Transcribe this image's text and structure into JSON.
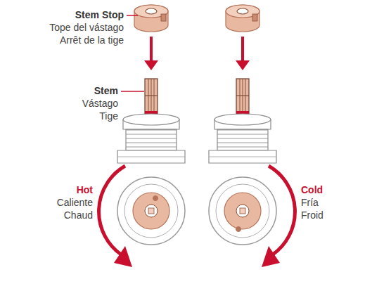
{
  "diagram": {
    "labels": [
      "Stem Stop",
      "Tope del vástago",
      "Arrêt de la tige",
      "Stem",
      "Vástago",
      "Tige",
      "Hot",
      "Caliente",
      "Chaud",
      "Cold",
      "Fría",
      "Froid"
    ]
  }
}
